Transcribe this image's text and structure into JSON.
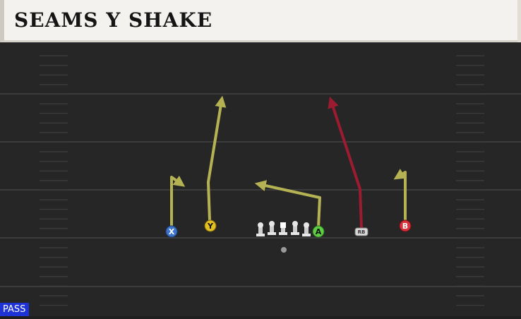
{
  "title": "SEAMS Y SHAKE",
  "play_type": "PASS",
  "colors": {
    "field": "#262626",
    "yard_line": "#3c3c3c",
    "route_primary": "#b5b254",
    "route_hot": "#9b1b30",
    "badge": "#1d33d6"
  },
  "players": [
    {
      "id": "X",
      "label": "X",
      "color": "#3e74c7",
      "text_color": "#ffffff",
      "shape": "circle"
    },
    {
      "id": "Y",
      "label": "Y",
      "color": "#e3bf22",
      "text_color": "#111111",
      "shape": "circle"
    },
    {
      "id": "A",
      "label": "A",
      "color": "#5fce45",
      "text_color": "#111111",
      "shape": "circle"
    },
    {
      "id": "RB",
      "label": "RB",
      "color": "#d9d9d9",
      "text_color": "#333333",
      "shape": "rounded"
    },
    {
      "id": "B",
      "label": "B",
      "color": "#d8303a",
      "text_color": "#ffffff",
      "shape": "circle"
    }
  ],
  "linemen": [
    "LT",
    "LG",
    "C",
    "RG",
    "RT"
  ],
  "routes": [
    {
      "player": "X",
      "type": "curl",
      "color": "route_primary"
    },
    {
      "player": "Y",
      "type": "seam",
      "color": "route_primary"
    },
    {
      "player": "A",
      "type": "shake",
      "color": "route_primary"
    },
    {
      "player": "RB",
      "type": "wheel",
      "color": "route_hot"
    },
    {
      "player": "B",
      "type": "curl",
      "color": "route_primary"
    }
  ]
}
